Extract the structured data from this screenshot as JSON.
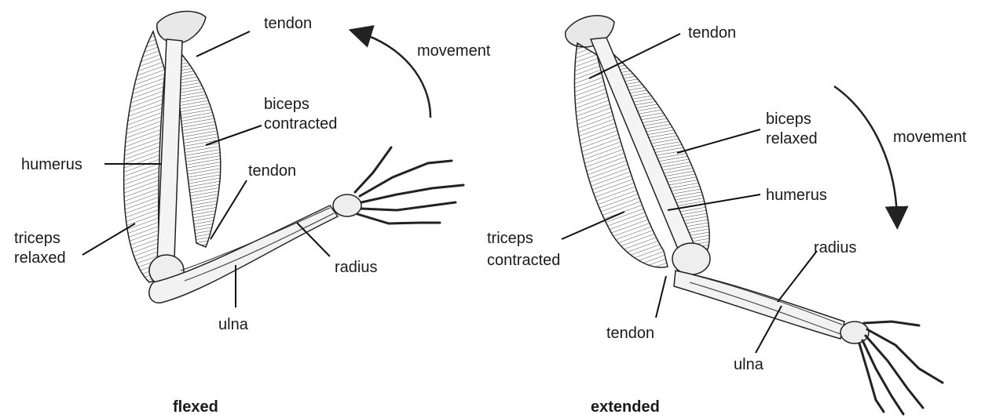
{
  "flexed": {
    "caption": "flexed",
    "tendon_top": "tendon",
    "movement": "movement",
    "biceps": [
      "biceps",
      "contracted"
    ],
    "humerus": "humerus",
    "tendon_elbow": "tendon",
    "triceps": [
      "triceps",
      "relaxed"
    ],
    "radius": "radius",
    "ulna": "ulna"
  },
  "extended": {
    "caption": "extended",
    "tendon_top": "tendon",
    "biceps": [
      "biceps",
      "relaxed"
    ],
    "movement": "movement",
    "humerus": "humerus",
    "triceps": [
      "triceps",
      "contracted"
    ],
    "radius": "radius",
    "tendon_elbow": "tendon",
    "ulna": "ulna"
  }
}
